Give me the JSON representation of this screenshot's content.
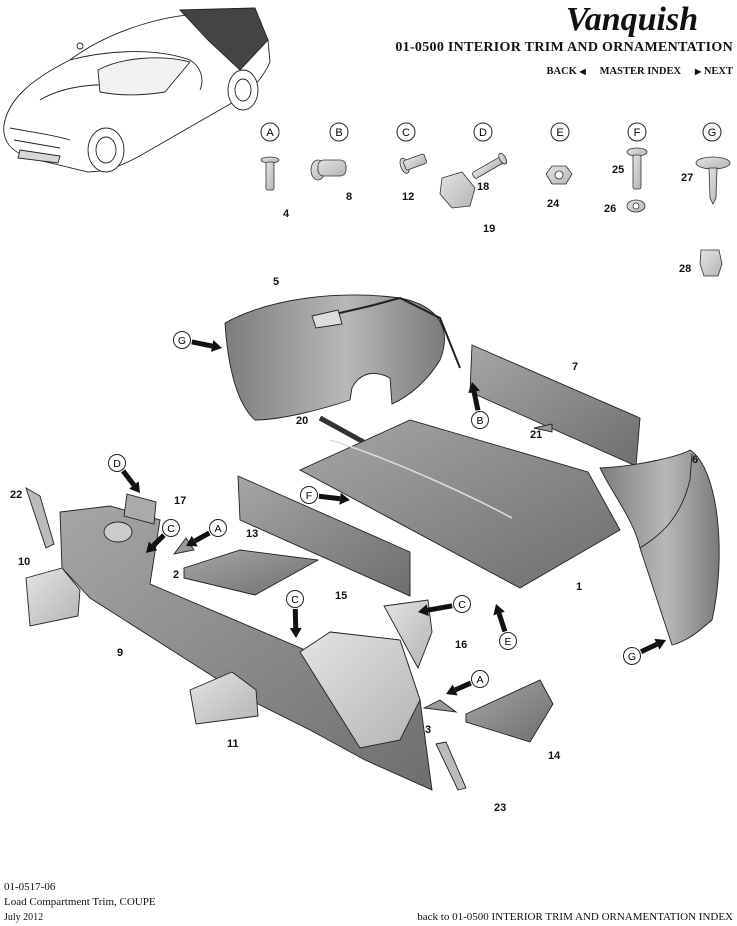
{
  "header": {
    "brand": "Vanquish",
    "section_title": "01-0500 INTERIOR TRIM AND ORNAMENTATION",
    "nav": {
      "back": "BACK",
      "master_index": "MASTER INDEX",
      "next": "NEXT"
    }
  },
  "fastener_keys": [
    "A",
    "B",
    "C",
    "D",
    "E",
    "F",
    "G"
  ],
  "callouts": [
    "4",
    "8",
    "12",
    "18",
    "19",
    "24",
    "25",
    "26",
    "27",
    "28",
    "5",
    "7",
    "21",
    "20",
    "6",
    "22",
    "17",
    "13",
    "10",
    "2",
    "15",
    "1",
    "9",
    "16",
    "11",
    "3",
    "14",
    "23"
  ],
  "arrow_keys": [
    "G",
    "B",
    "D",
    "C",
    "A",
    "F",
    "C",
    "C",
    "E",
    "A",
    "G"
  ],
  "footer": {
    "code": "01-0517-06",
    "title": "Load Compartment Trim, COUPE",
    "date": "July 2012",
    "link": "back to 01-0500 INTERIOR TRIM AND ORNAMENTATION INDEX"
  },
  "colors": {
    "panel_fill": "#8a8a8a",
    "panel_dark": "#6c6c6c",
    "panel_light": "#c8c8c8",
    "line": "#111111"
  }
}
